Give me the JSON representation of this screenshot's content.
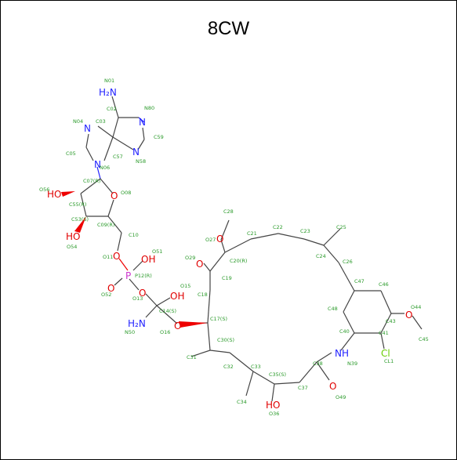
{
  "title": "8CW",
  "colors": {
    "carbon": "#444444",
    "oxygen": "#e00000",
    "nitrogen": "#2222ff",
    "phosphorus": "#cc33cc",
    "chlorine": "#66cc00",
    "label": "#2a9a2a"
  },
  "atoms": {
    "nh2_top": "H₂N",
    "n_n80": "N",
    "n_n04": "N",
    "n_n58": "N",
    "n_n06": "N",
    "ho_o56": "HO",
    "o_o08": "O",
    "ho_o54": "HO",
    "o_o11": "O",
    "p_p12": "P",
    "oh_o51": "OH",
    "o_o52": "O",
    "o_o13": "O",
    "oh_o15": "OH",
    "nh2_n50": "H₂N",
    "o_o16": "O",
    "o_o27": "O",
    "o_o29": "O",
    "o_o44": "O",
    "nh_n39": "NH",
    "cl_cl1": "Cl",
    "ho_o36": "HO",
    "o_o49": "O"
  },
  "labels": {
    "N01": "N01",
    "C02": "C02",
    "N80": "N80",
    "C03": "C03",
    "N04": "N04",
    "C59": "C59",
    "C05": "C05",
    "C57": "C57",
    "N58": "N58",
    "N06": "N06",
    "C07": "C07(R)",
    "O56": "O56",
    "O08": "O08",
    "C55": "C55(R)",
    "C53": "C53(S)",
    "C09": "C09(R)",
    "O54": "O54",
    "C10": "C10",
    "O11": "O11",
    "O51": "O51",
    "P12": "P12(R)",
    "O52": "O52",
    "O13": "O13",
    "O15": "O15",
    "C14": "C14(S)",
    "N50": "N50",
    "O16": "O16",
    "C28": "C28",
    "O27": "O27",
    "C21": "C21",
    "C22": "C22",
    "C23": "C23",
    "C25": "C25",
    "C20": "C20(R)",
    "O29": "O29",
    "C24": "C24",
    "C19": "C19",
    "C26": "C26",
    "C18": "C18",
    "C47": "C47",
    "C46": "C46",
    "C17": "C17(S)",
    "C48": "C48",
    "O44": "O44",
    "C43": "C43",
    "C40": "C40",
    "C41": "C41",
    "C45": "C45",
    "C30": "C30(S)",
    "C31": "C31",
    "C38": "C38",
    "N39": "N39",
    "CL1": "CL1",
    "C32": "C32",
    "C33": "C33",
    "C35": "C35(S)",
    "C37": "C37",
    "C34": "C34",
    "O49": "O49",
    "O36": "O36"
  }
}
